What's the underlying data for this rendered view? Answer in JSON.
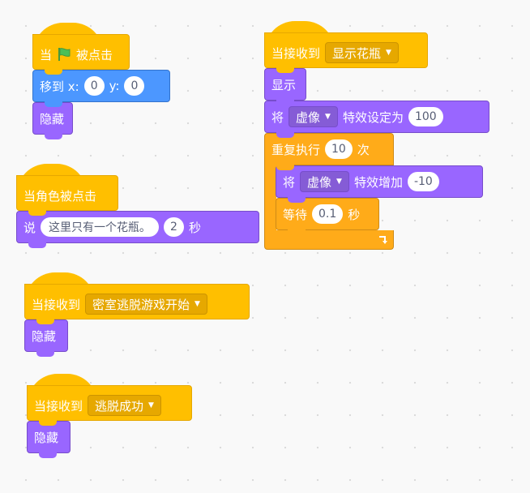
{
  "scripts": {
    "flag_script": {
      "hat_prefix": "当",
      "hat_suffix": "被点击",
      "goto_label": "移到 x:",
      "goto_y_label": "y:",
      "goto_x": "0",
      "goto_y": "0",
      "hide_label": "隐藏"
    },
    "sprite_click_script": {
      "hat_label": "当角色被点击",
      "say_label": "说",
      "say_text": "这里只有一个花瓶。",
      "say_secs": "2",
      "secs_label": "秒"
    },
    "escape_start_script": {
      "hat_label": "当接收到",
      "message": "密室逃脱游戏开始",
      "hide_label": "隐藏"
    },
    "escape_success_script": {
      "hat_label": "当接收到",
      "message": "逃脱成功",
      "hide_label": "隐藏"
    },
    "show_vase_script": {
      "hat_label": "当接收到",
      "message": "显示花瓶",
      "show_label": "显示",
      "set_effect_prefix": "将",
      "set_effect_menu": "虚像",
      "set_effect_suffix": "特效设定为",
      "set_effect_value": "100",
      "repeat_label": "重复执行",
      "repeat_count": "10",
      "repeat_suffix": "次",
      "change_effect_prefix": "将",
      "change_effect_menu": "虚像",
      "change_effect_suffix": "特效增加",
      "change_effect_value": "-10",
      "wait_label": "等待",
      "wait_value": "0.1",
      "wait_suffix": "秒"
    }
  },
  "colors": {
    "events": "#ffbf00",
    "motion": "#4c97ff",
    "looks": "#9966ff",
    "control": "#ffab19",
    "flag_green": "#4cbf56"
  },
  "icons": {
    "flag": "green-flag-icon",
    "dropdown": "caret-down-icon",
    "loop": "loop-arrow-icon"
  }
}
